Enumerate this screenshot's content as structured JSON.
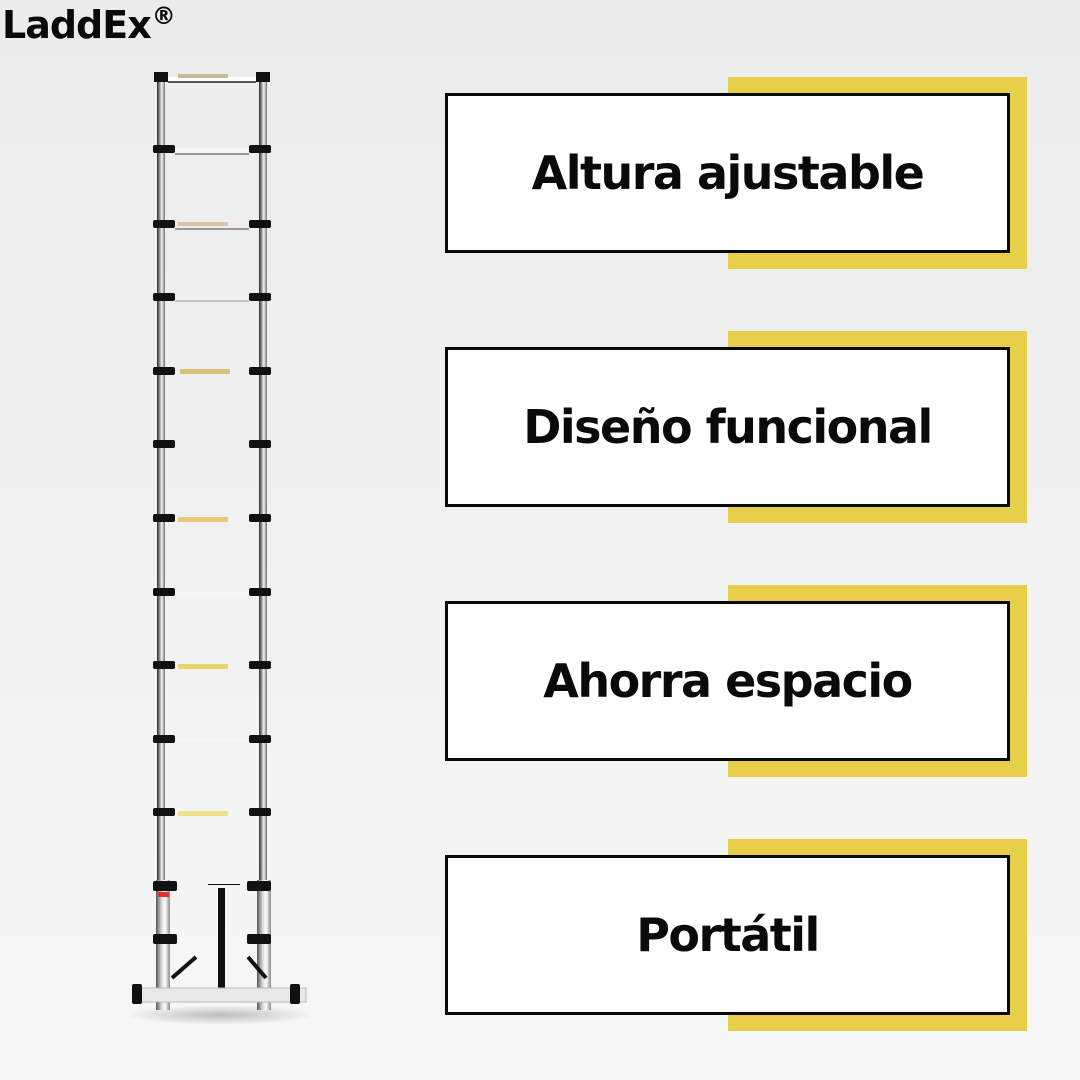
{
  "brand": {
    "name": "LaddEx",
    "mark": "®"
  },
  "colors": {
    "accent": "#E6D04A",
    "border": "#0A0A0A",
    "card": "#FFFFFF",
    "text": "#0A0A0A"
  },
  "features": [
    {
      "label": "Altura ajustable"
    },
    {
      "label": "Diseño funcional"
    },
    {
      "label": "Ahorra espacio"
    },
    {
      "label": "Portátil"
    }
  ],
  "product": {
    "image": "telescopic-ladder",
    "rungs": 12
  }
}
